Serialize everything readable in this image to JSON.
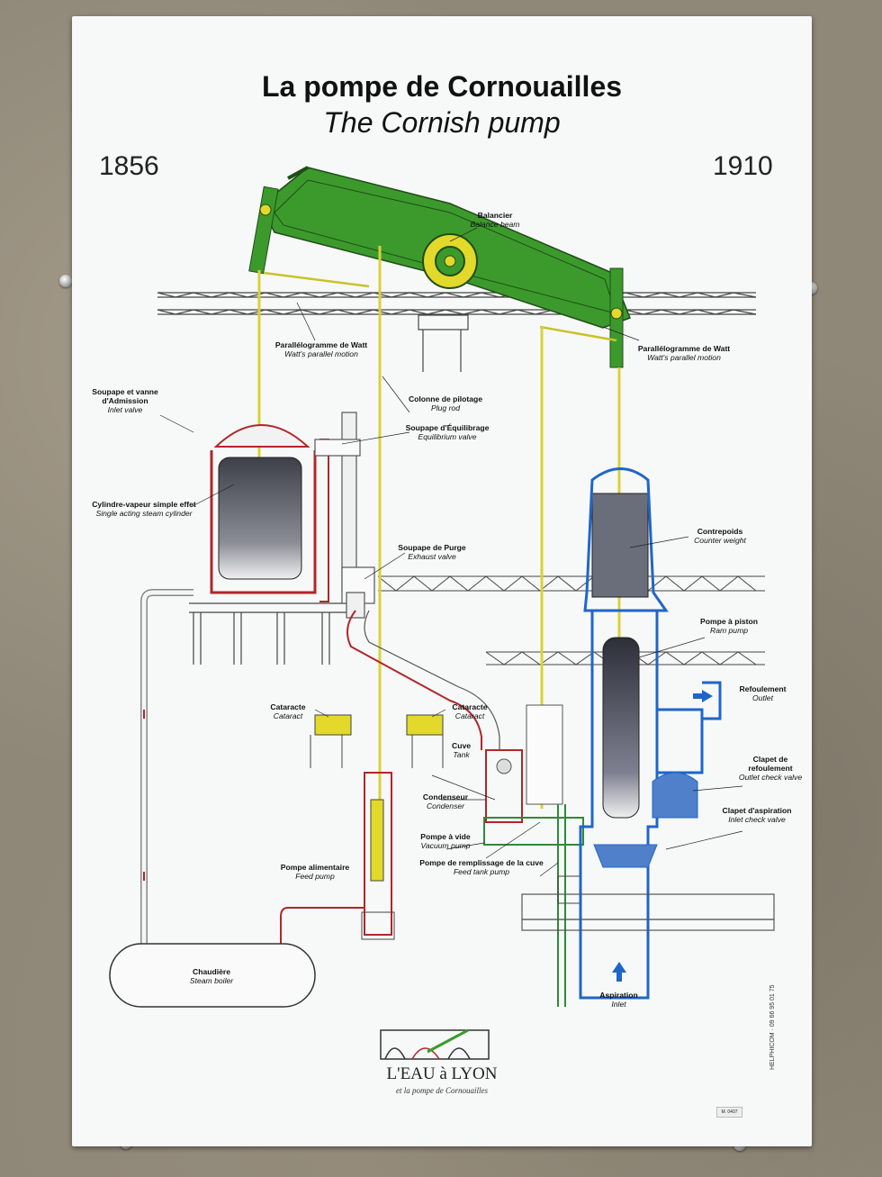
{
  "panel": {
    "title": "La pompe de Cornouailles",
    "subtitle": "The Cornish pump",
    "year_start": "1856",
    "year_end": "1910"
  },
  "labels": [
    {
      "fr": "Balancier",
      "en": "Balance beam"
    },
    {
      "fr": "Parallélogramme de Watt",
      "en": "Watt's parallel motion"
    },
    {
      "fr": "Parallélogramme de Watt",
      "en": "Watt's parallel motion"
    },
    {
      "fr": "Soupape et vanne d'Admission",
      "en": "Inlet valve"
    },
    {
      "fr": "Colonne de pilotage",
      "en": "Plug rod"
    },
    {
      "fr": "Soupape d'Équilibrage",
      "en": "Equilibrium valve"
    },
    {
      "fr": "Cylindre-vapeur simple effet",
      "en": "Single acting steam cylinder"
    },
    {
      "fr": "Contrepoids",
      "en": "Counter weight"
    },
    {
      "fr": "Soupape de Purge",
      "en": "Exhaust valve"
    },
    {
      "fr": "Pompe à piston",
      "en": "Ram pump"
    },
    {
      "fr": "Refoulement",
      "en": "Outlet"
    },
    {
      "fr": "Cataracte",
      "en": "Cataract"
    },
    {
      "fr": "Cataracte",
      "en": "Cataract"
    },
    {
      "fr": "Cuve",
      "en": "Tank"
    },
    {
      "fr": "Clapet de refoulement",
      "en": "Outlet check valve"
    },
    {
      "fr": "Condenseur",
      "en": "Condenser"
    },
    {
      "fr": "Clapet d'aspiration",
      "en": "Inlet check valve"
    },
    {
      "fr": "Pompe à vide",
      "en": "Vacuum pump"
    },
    {
      "fr": "Pompe de remplissage de la cuve",
      "en": "Feed tank pump"
    },
    {
      "fr": "Pompe alimentaire",
      "en": "Feed pump"
    },
    {
      "fr": "Chaudière",
      "en": "Steam boiler"
    },
    {
      "fr": "Aspiration",
      "en": "Inlet"
    }
  ],
  "logo": {
    "name": "L'EAU à LYON",
    "tagline": "et la pompe de Cornouailles"
  },
  "credit": "HELPHICOM · 09 66 95 01 75",
  "reference": "M. 0407",
  "colors": {
    "beam": "#3a9a2c",
    "rod": "#e8e23a",
    "steam": "#b0272a",
    "water": "#1f66c9",
    "condenser": "#2e8a3a",
    "structure": "#4a4a4a"
  }
}
